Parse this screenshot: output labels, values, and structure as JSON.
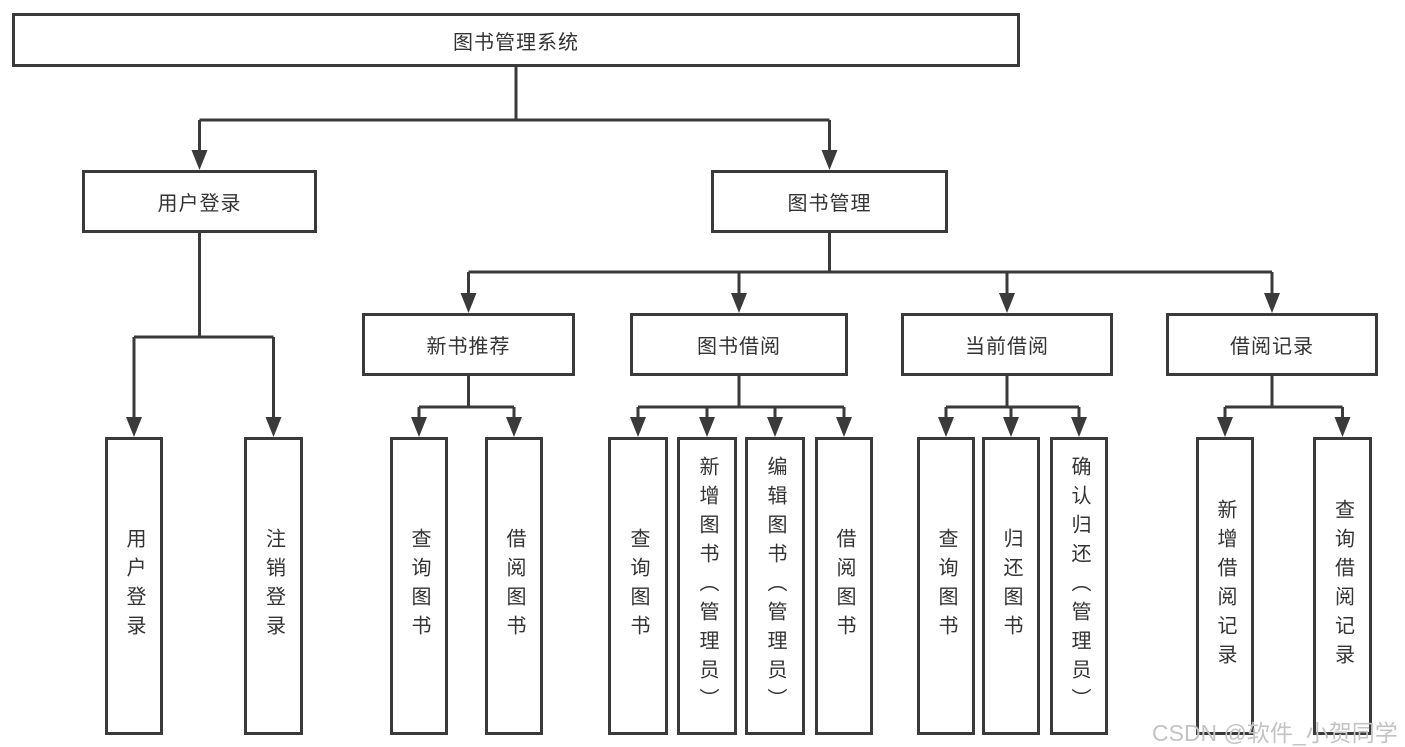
{
  "tree": {
    "label": "图书管理系统",
    "children": [
      {
        "label": "用户登录",
        "children": [
          {
            "label": "用户登录"
          },
          {
            "label": "注销登录"
          }
        ]
      },
      {
        "label": "图书管理",
        "children": [
          {
            "label": "新书推荐",
            "children": [
              {
                "label": "查询图书"
              },
              {
                "label": "借阅图书"
              }
            ]
          },
          {
            "label": "图书借阅",
            "children": [
              {
                "label": "查询图书"
              },
              {
                "label": "新增图书（管理员）"
              },
              {
                "label": "编辑图书（管理员）"
              },
              {
                "label": "借阅图书"
              }
            ]
          },
          {
            "label": "当前借阅",
            "children": [
              {
                "label": "查询图书"
              },
              {
                "label": "归还图书"
              },
              {
                "label": "确认归还（管理员）"
              }
            ]
          },
          {
            "label": "借阅记录",
            "children": [
              {
                "label": "新增借阅记录"
              },
              {
                "label": "查询借阅记录"
              }
            ]
          }
        ]
      }
    ]
  },
  "watermark": {
    "text": "CSDN @软件_小贺同学"
  },
  "colors": {
    "line": "#3a3a3a",
    "text": "#333333",
    "background": "#ffffff",
    "watermark": "#c3c3c3"
  }
}
